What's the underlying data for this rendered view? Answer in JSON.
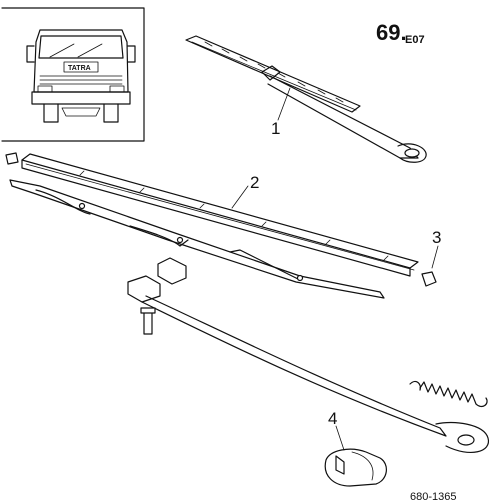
{
  "header": {
    "page_number": "69.",
    "page_suffix": "E07"
  },
  "inset": {
    "brand_text": "TATRA"
  },
  "callouts": [
    {
      "id": "blade",
      "text": "1"
    },
    {
      "id": "strip",
      "text": "2"
    },
    {
      "id": "cap",
      "text": "3"
    },
    {
      "id": "clip",
      "text": "4"
    }
  ],
  "footer": {
    "reference": "680-1365"
  }
}
